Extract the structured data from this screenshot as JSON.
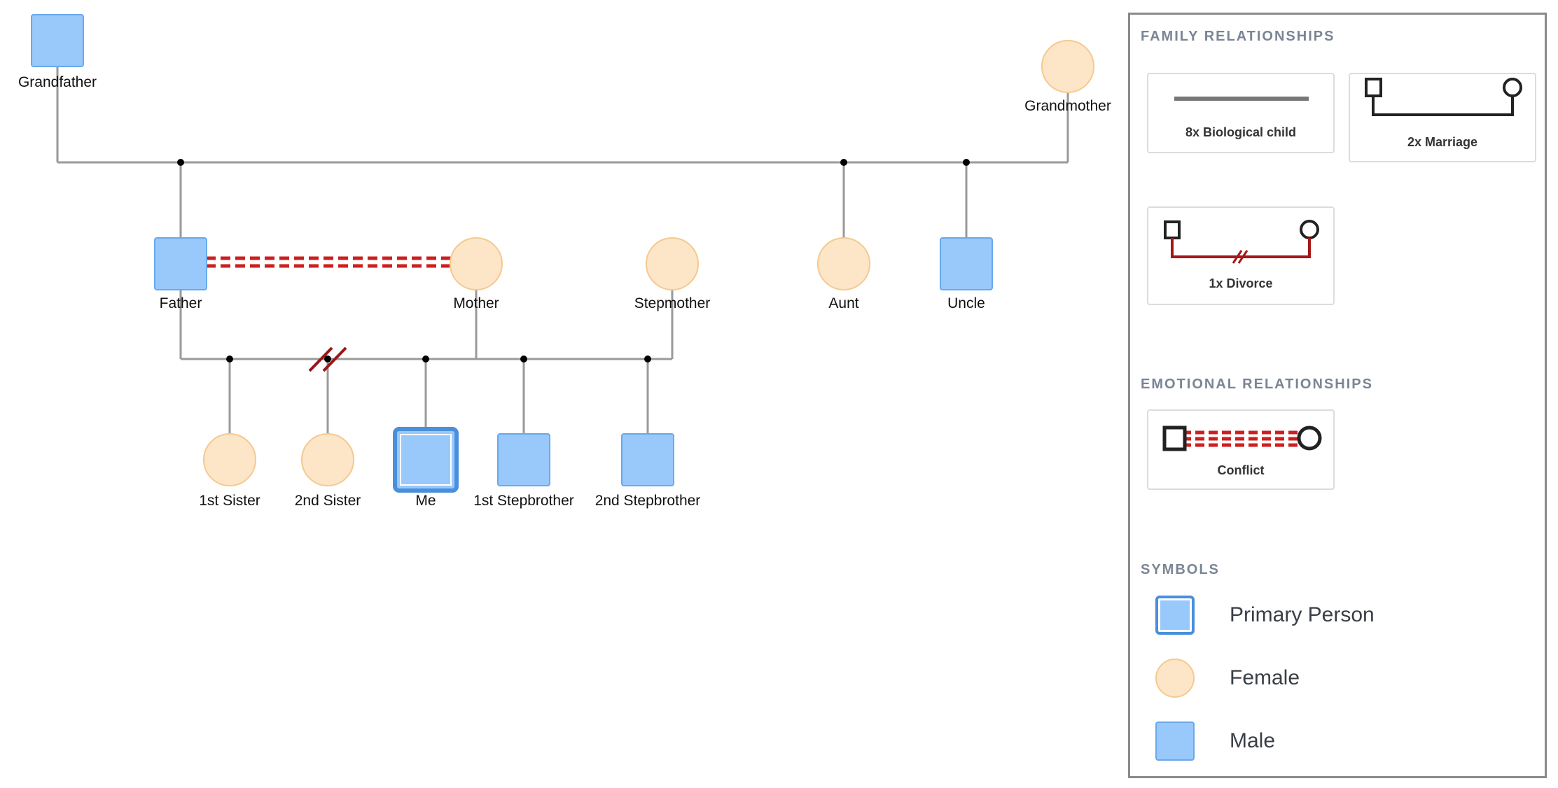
{
  "colors": {
    "male_fill": "#99c8fb",
    "male_stroke": "#6aa9ea",
    "female_fill": "#fde5c8",
    "female_stroke": "#f5c98f",
    "primary_stroke": "#4a8fdc",
    "line": "#9a9a9a",
    "conflict": "#cc1f1f",
    "divorce": "#9b1515",
    "dot": "#000000"
  },
  "people": [
    {
      "id": "grandfather",
      "label": "Grandfather",
      "sex": "male"
    },
    {
      "id": "grandmother",
      "label": "Grandmother",
      "sex": "female"
    },
    {
      "id": "father",
      "label": "Father",
      "sex": "male"
    },
    {
      "id": "mother",
      "label": "Mother",
      "sex": "female"
    },
    {
      "id": "stepmother",
      "label": "Stepmother",
      "sex": "female"
    },
    {
      "id": "aunt",
      "label": "Aunt",
      "sex": "female"
    },
    {
      "id": "uncle",
      "label": "Uncle",
      "sex": "male"
    },
    {
      "id": "sister1",
      "label": "1st Sister",
      "sex": "female"
    },
    {
      "id": "sister2",
      "label": "2nd Sister",
      "sex": "female"
    },
    {
      "id": "me",
      "label": "Me",
      "sex": "male",
      "primary": true
    },
    {
      "id": "stepbrother1",
      "label": "1st Stepbrother",
      "sex": "male"
    },
    {
      "id": "stepbrother2",
      "label": "2nd Stepbrother",
      "sex": "male"
    }
  ],
  "relationships": {
    "marriages": [
      {
        "partners": [
          "grandfather",
          "grandmother"
        ],
        "children": [
          "father",
          "aunt",
          "uncle"
        ]
      },
      {
        "partners": [
          "father",
          "stepmother"
        ],
        "children": [
          "sister1",
          "sister2",
          "me",
          "stepbrother1",
          "stepbrother2"
        ]
      }
    ],
    "divorces": [
      {
        "partners": [
          "father",
          "mother"
        ]
      }
    ],
    "conflicts": [
      {
        "between": [
          "father",
          "mother"
        ]
      }
    ]
  },
  "legend": {
    "family_title": "FAMILY RELATIONSHIPS",
    "biological_label": "8x Biological child",
    "marriage_label": "2x Marriage",
    "divorce_label": "1x Divorce",
    "emotional_title": "EMOTIONAL RELATIONSHIPS",
    "conflict_label": "Conflict",
    "symbols_title": "SYMBOLS",
    "primary_label": "Primary Person",
    "female_label": "Female",
    "male_label": "Male"
  }
}
